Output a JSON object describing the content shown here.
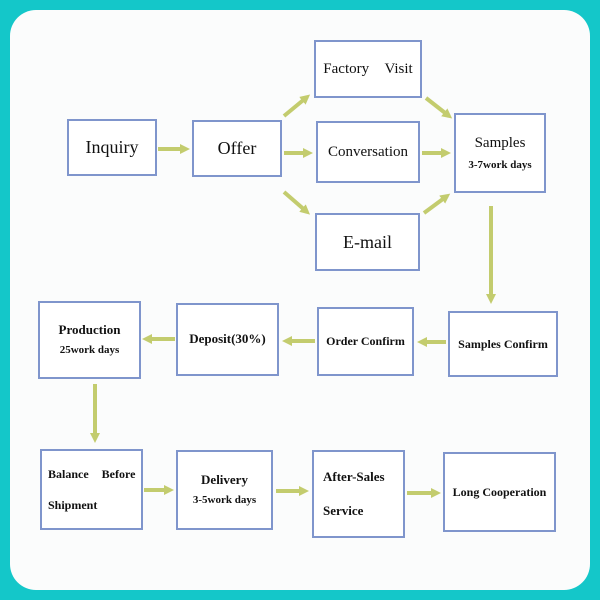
{
  "nodes": {
    "inquiry": {
      "label": "Inquiry"
    },
    "offer": {
      "label": "Offer"
    },
    "factory_visit": {
      "word1": "Factory",
      "word2": "Visit"
    },
    "conversation": {
      "label": "Conversation"
    },
    "email": {
      "label": "E-mail"
    },
    "samples": {
      "label": "Samples",
      "sub": "3-7work days"
    },
    "samples_confirm": {
      "label": "Samples Confirm"
    },
    "order_confirm": {
      "label": "Order Confirm"
    },
    "deposit": {
      "label": "Deposit(30%)"
    },
    "production": {
      "label": "Production",
      "sub": "25work days"
    },
    "balance": {
      "word1": "Balance",
      "word2": "Before",
      "line2": "Shipment"
    },
    "delivery": {
      "label": "Delivery",
      "sub": "3-5work days"
    },
    "after_sales": {
      "line1": "After-Sales",
      "line2": "Service"
    },
    "long_coop": {
      "label": "Long Cooperation"
    }
  },
  "colors": {
    "background": "#14c7c9",
    "panel": "#fbfcfc",
    "box_border": "#7f95cc",
    "arrow": "#c3cc6e"
  }
}
